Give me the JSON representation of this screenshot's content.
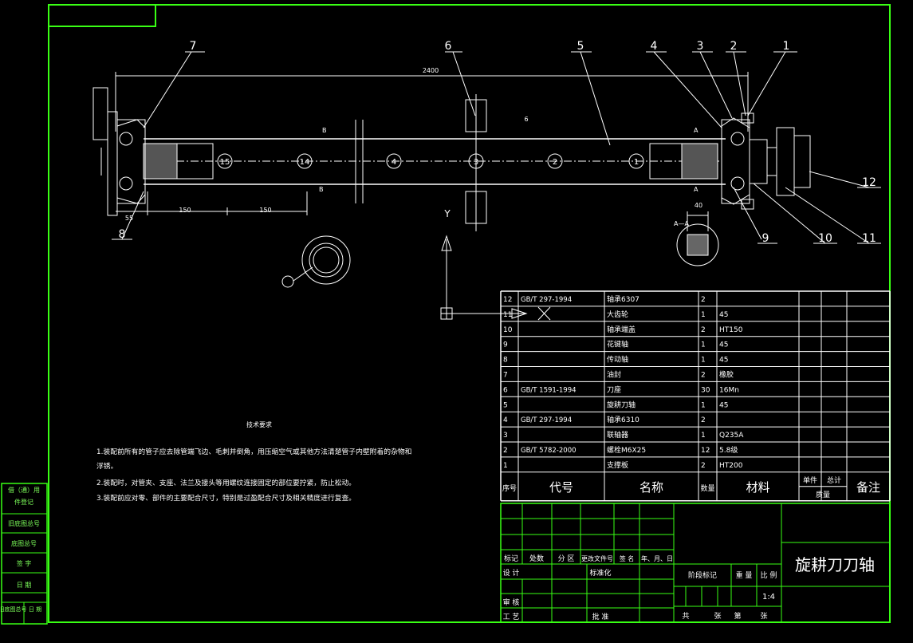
{
  "dims": {
    "overall": "2400",
    "d1": "55",
    "d2": "150",
    "d3": "150",
    "flat": "40",
    "shaft": "6"
  },
  "callouts": [
    "1",
    "2",
    "3",
    "4",
    "5",
    "6",
    "7",
    "8",
    "9",
    "10",
    "11",
    "12"
  ],
  "section_marks": {
    "b_top": "B",
    "b_bot": "B",
    "a_top": "A",
    "a_bot": "A",
    "aa": "A—A"
  },
  "stations": [
    "15",
    "14",
    "4",
    "3",
    "2",
    "1"
  ],
  "view_label": "Y",
  "tech": {
    "title": "技术要求",
    "lines": [
      "1.装配前所有的管子应去除管端飞边、毛刺并倒角，用压缩空气或其他方法清楚管子内壁附着的杂物和",
      "浮锈。",
      "2.装配时，对管夹、支座、法兰及接头等用螺纹连接固定的部位要拧紧，防止松动。",
      "3.装配前应对零、部件的主要配合尺寸，特别是过盈配合尺寸及相关精度进行复查。"
    ]
  },
  "bom": {
    "rows": [
      {
        "no": "12",
        "code": "GB/T 297-1994",
        "name": "轴承6307",
        "qty": "2",
        "mat": ""
      },
      {
        "no": "11",
        "code": "",
        "name": "大齿轮",
        "qty": "1",
        "mat": "45"
      },
      {
        "no": "10",
        "code": "",
        "name": "轴承端盖",
        "qty": "2",
        "mat": "HT150"
      },
      {
        "no": "9",
        "code": "",
        "name": "花键轴",
        "qty": "1",
        "mat": "45"
      },
      {
        "no": "8",
        "code": "",
        "name": "传动轴",
        "qty": "1",
        "mat": "45"
      },
      {
        "no": "7",
        "code": "",
        "name": "油封",
        "qty": "2",
        "mat": "橡胶"
      },
      {
        "no": "6",
        "code": "GB/T 1591-1994",
        "name": "刀座",
        "qty": "30",
        "mat": "16Mn"
      },
      {
        "no": "5",
        "code": "",
        "name": "旋耕刀轴",
        "qty": "1",
        "mat": "45"
      },
      {
        "no": "4",
        "code": "GB/T 297-1994",
        "name": "轴承6310",
        "qty": "2",
        "mat": ""
      },
      {
        "no": "3",
        "code": "",
        "name": "联轴器",
        "qty": "1",
        "mat": "Q235A"
      },
      {
        "no": "2",
        "code": "GB/T 5782-2000",
        "name": "螺栓M6X25",
        "qty": "12",
        "mat": "5.8级"
      },
      {
        "no": "1",
        "code": "",
        "name": "支撑板",
        "qty": "2",
        "mat": "HT200"
      }
    ],
    "header": {
      "no": "序号",
      "code": "代号",
      "name": "名称",
      "qty": "数量",
      "mat": "材料",
      "unit": "单件",
      "total": "总计",
      "weight": "质量",
      "remark": "备注"
    }
  },
  "titleblock": {
    "name": "旋耕刀刀轴",
    "biaoji": "标记",
    "chushu": "处数",
    "fenqu": "分 区",
    "gengai": "更改文件号",
    "qianming": "签 名",
    "date": "年、月、日",
    "sheji": "设 计",
    "biaozhun": "标准化",
    "shenhe": "审 核",
    "gongyi": "工 艺",
    "pizhun": "批 准",
    "jieduan": "阶段标记",
    "zhongliang": "重 量",
    "bili": "比 例",
    "scale": "1:4",
    "gong": "共",
    "zhang": "张",
    "di": "第",
    "zhang2": "张"
  },
  "left_strip": [
    "借（通）用",
    "件登记",
    "旧底图总号",
    "底图总号",
    "签 字",
    "日 期"
  ],
  "left_strip_bottom": [
    "旧底图总号",
    "日 期"
  ]
}
